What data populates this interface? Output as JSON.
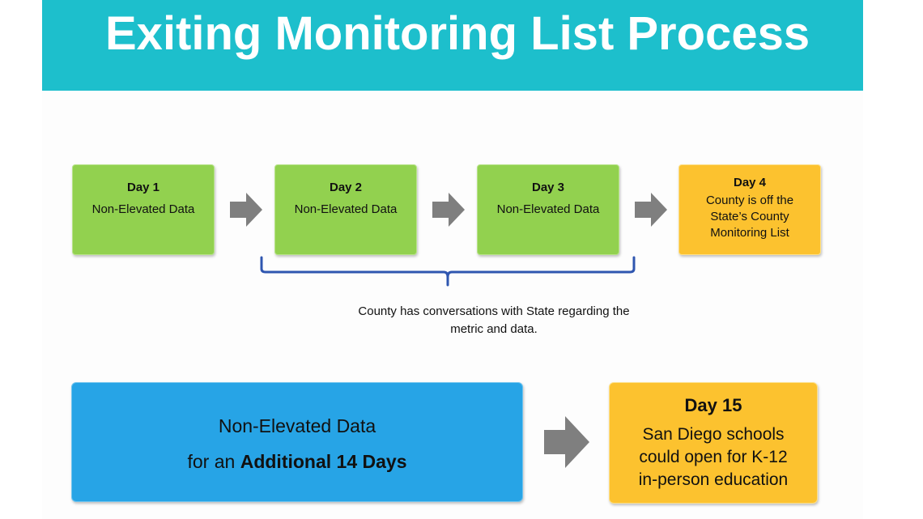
{
  "title": "Exiting Monitoring List Process",
  "days": [
    {
      "title": "Day 1",
      "lines": [
        "Non-Elevated Data"
      ]
    },
    {
      "title": "Day 2",
      "lines": [
        "Non-Elevated Data"
      ]
    },
    {
      "title": "Day 3",
      "lines": [
        "Non-Elevated Data"
      ]
    },
    {
      "title": "Day 4",
      "lines": [
        "County is off the",
        "State’s County",
        "Monitoring List"
      ]
    }
  ],
  "caption": {
    "line1": "County has conversations with State regarding the",
    "line2": "metric and data."
  },
  "additional": {
    "line1": "Non-Elevated Data",
    "line2_prefix": "for an ",
    "line2_bold": "Additional 14 Days"
  },
  "day15": {
    "title": "Day 15",
    "lines": [
      "San Diego schools",
      "could open for K-12",
      "in-person education"
    ]
  },
  "colors": {
    "title_bar": "#1dbfcc",
    "green": "#92d14f",
    "orange": "#fcc22f",
    "blue": "#27a4e6",
    "arrow": "#7f7f7f",
    "brace": "#2f56b0"
  }
}
